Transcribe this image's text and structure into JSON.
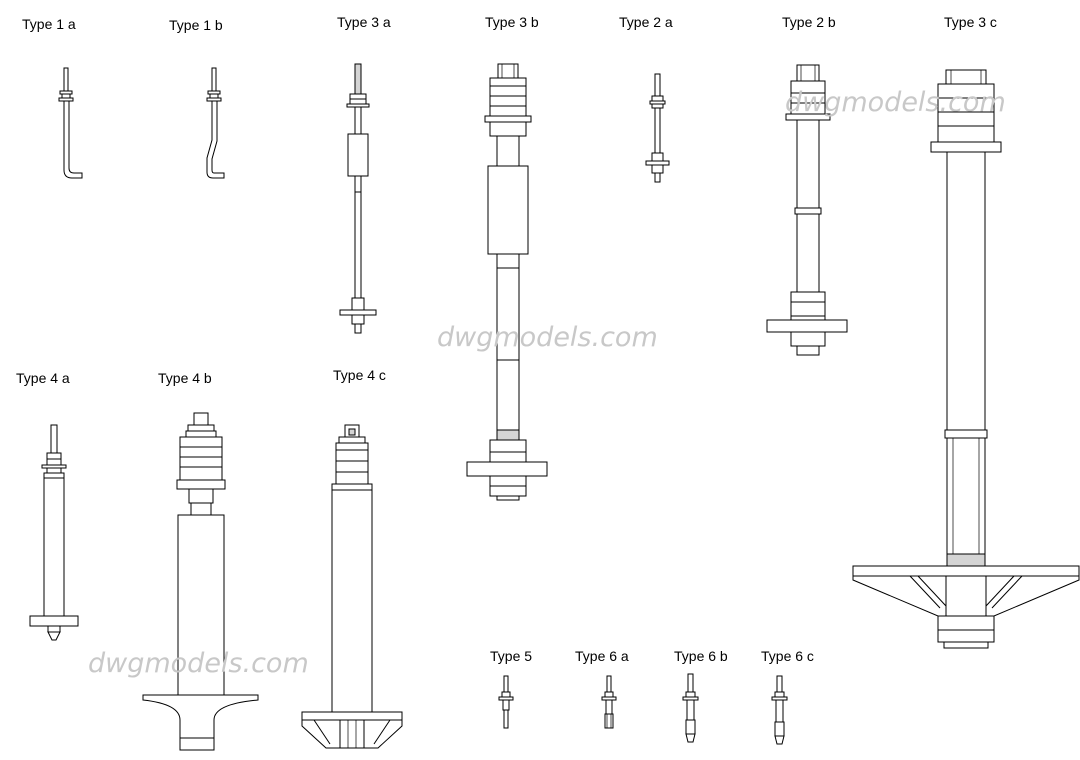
{
  "labels": {
    "type_1a": "Type 1 a",
    "type_1b": "Type 1 b",
    "type_3a": "Type 3 a",
    "type_3b": "Type 3 b",
    "type_2a": "Type 2 a",
    "type_2b": "Type 2 b",
    "type_3c": "Type 3 c",
    "type_4a": "Type 4 a",
    "type_4b": "Type 4 b",
    "type_4c": "Type 4 c",
    "type_5": "Type 5",
    "type_6a": "Type 6 a",
    "type_6b": "Type 6 b",
    "type_6c": "Type 6 c"
  },
  "watermark": "dwgmodels.com"
}
